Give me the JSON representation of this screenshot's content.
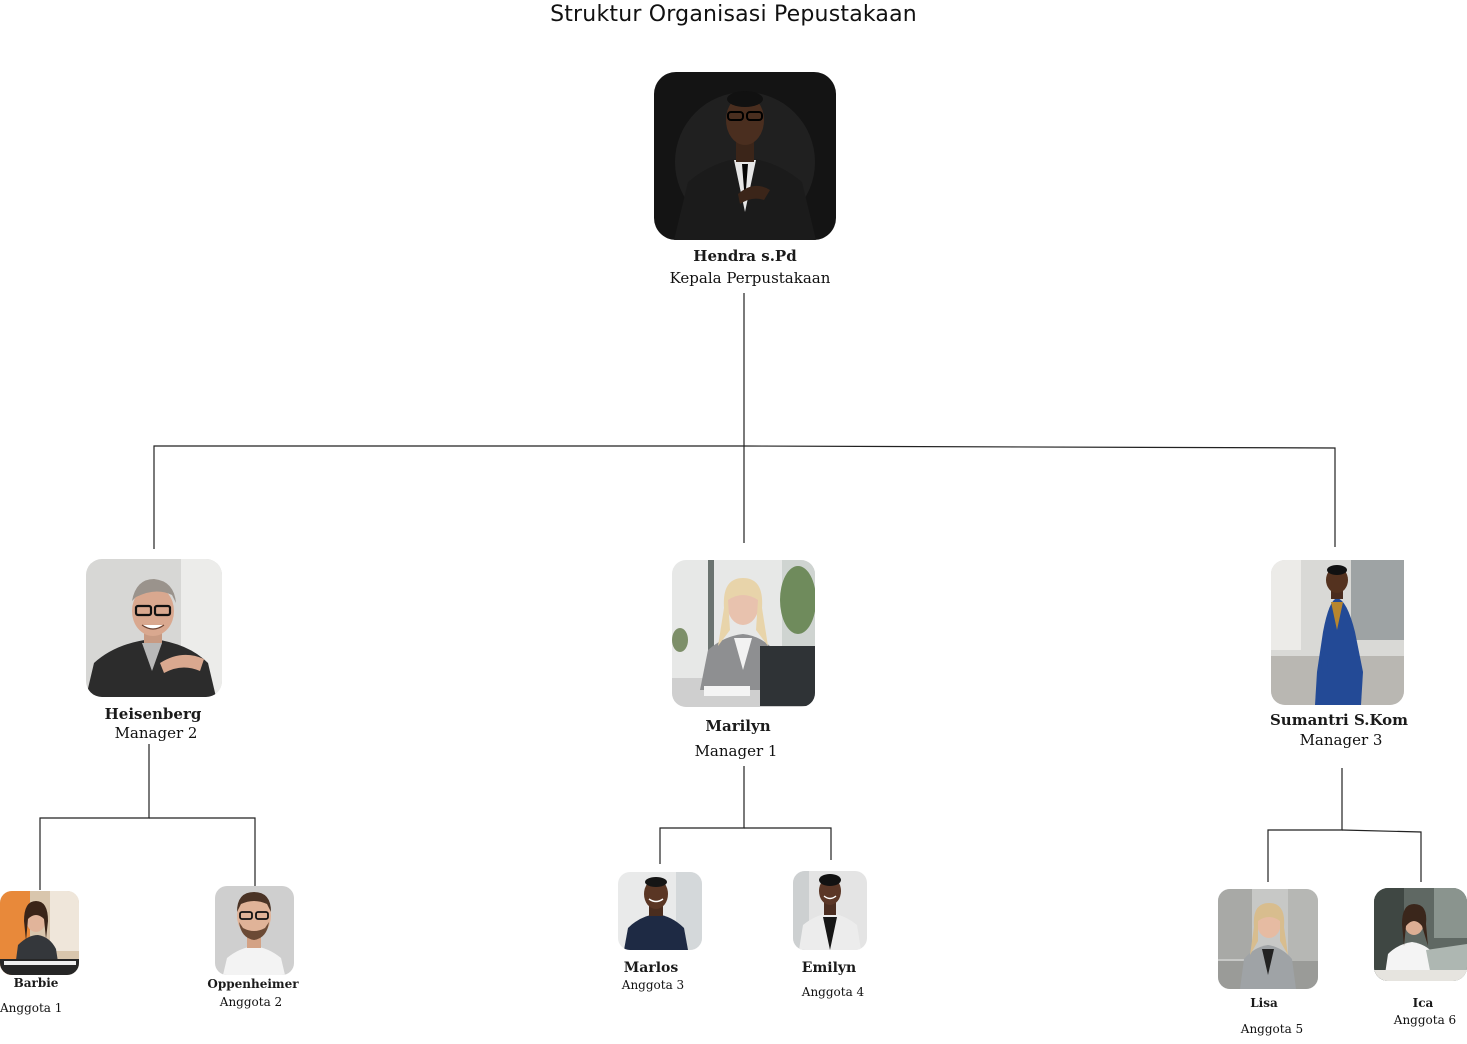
{
  "title": "Struktur Organisasi Pepustakaan",
  "head": {
    "name": "Hendra s.Pd",
    "role": "Kepala Perpustakaan",
    "photo": "man-black-suit-glasses-photo"
  },
  "managers": [
    {
      "name": "Heisenberg",
      "role": "Manager 2",
      "photo": "man-glasses-smiling-photo"
    },
    {
      "name": "Marilyn",
      "role": "Manager 1",
      "photo": "woman-office-desk-photo"
    },
    {
      "name": "Sumantri S.Kom",
      "role": "Manager 3",
      "photo": "man-blue-suit-street-photo"
    }
  ],
  "members": [
    {
      "name": "Barbie",
      "role": "Anggota 1",
      "photo": "woman-piano-photo"
    },
    {
      "name": "Oppenheimer",
      "role": "Anggota 2",
      "photo": "man-glasses-beard-photo"
    },
    {
      "name": "Marlos",
      "role": "Anggota 3",
      "photo": "man-navy-sweater-photo"
    },
    {
      "name": "Emilyn",
      "role": "Anggota 4",
      "photo": "woman-white-blazer-photo"
    },
    {
      "name": "Lisa",
      "role": "Anggota 5",
      "photo": "woman-grey-coat-street-photo"
    },
    {
      "name": "Ica",
      "role": "Anggota 6",
      "photo": "woman-laptop-cafe-photo"
    }
  ]
}
